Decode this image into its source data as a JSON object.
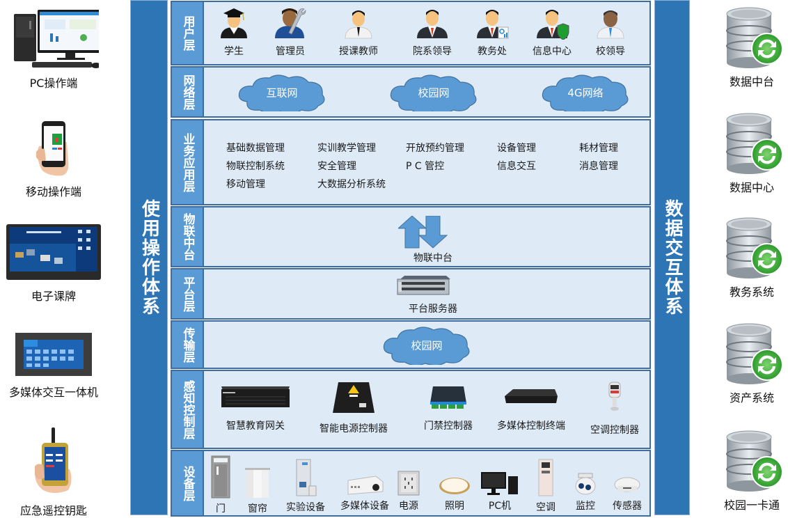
{
  "left_panel": {
    "title": "使用操作体系",
    "items": [
      {
        "label": "PC操作端",
        "icon": "desktop-pc-icon"
      },
      {
        "label": "移动操作端",
        "icon": "mobile-phone-icon"
      },
      {
        "label": "电子课牌",
        "icon": "electronic-class-board-icon"
      },
      {
        "label": "多媒体交互一体机",
        "icon": "multimedia-terminal-icon"
      },
      {
        "label": "应急遥控钥匙",
        "icon": "emergency-remote-icon"
      }
    ]
  },
  "right_panel": {
    "title": "数据交互体系",
    "items": [
      {
        "label": "数据中台",
        "icon": "database-sync-icon"
      },
      {
        "label": "数据中心",
        "icon": "database-sync-icon"
      },
      {
        "label": "教务系统",
        "icon": "database-sync-icon"
      },
      {
        "label": "资产系统",
        "icon": "database-sync-icon"
      },
      {
        "label": "校园一卡通",
        "icon": "database-sync-icon"
      }
    ]
  },
  "layers": {
    "user": {
      "label": "用户层",
      "items": [
        {
          "label": "学生",
          "icon": "graduate-icon"
        },
        {
          "label": "管理员",
          "icon": "admin-wrench-icon"
        },
        {
          "label": "授课教师",
          "icon": "teacher-icon"
        },
        {
          "label": "院系领导",
          "icon": "leader-icon"
        },
        {
          "label": "教务处",
          "icon": "academic-office-icon"
        },
        {
          "label": "信息中心",
          "icon": "info-center-shield-icon"
        },
        {
          "label": "校领导",
          "icon": "school-leader-icon"
        }
      ]
    },
    "network": {
      "label": "网络层",
      "items": [
        {
          "label": "互联网",
          "icon": "cloud-icon"
        },
        {
          "label": "校园网",
          "icon": "cloud-icon"
        },
        {
          "label": "4G网络",
          "icon": "cloud-icon"
        }
      ]
    },
    "business": {
      "label": "业务应用层",
      "rows": [
        [
          "基础数据管理",
          "实训教学管理",
          "开放预约管理",
          "设备管理",
          "耗材管理"
        ],
        [
          "物联控制系统",
          "安全管理",
          "P C 管控",
          "信息交互",
          "消息管理"
        ],
        [
          "移动管理",
          "大数据分析系统",
          "",
          "",
          ""
        ]
      ]
    },
    "iot": {
      "label": "物联中台",
      "caption": "物联中台",
      "icons": [
        "arrow-up-icon",
        "arrow-down-icon"
      ]
    },
    "platform": {
      "label": "平台层",
      "caption": "平台服务器",
      "icon": "rack-server-icon"
    },
    "transport": {
      "label": "传输层",
      "cloud_label": "校园网"
    },
    "sensing": {
      "label": "感知控制层",
      "items": [
        {
          "label": "智慧教育网关",
          "icon": "gateway-icon"
        },
        {
          "label": "智能电源控制器",
          "icon": "power-controller-icon"
        },
        {
          "label": "门禁控制器",
          "icon": "access-controller-icon"
        },
        {
          "label": "多媒体控制终端",
          "icon": "multimedia-controller-icon"
        },
        {
          "label": "空调控制器",
          "icon": "ac-controller-icon"
        }
      ]
    },
    "device": {
      "label": "设备层",
      "items": [
        {
          "label": "门",
          "icon": "door-icon"
        },
        {
          "label": "窗帘",
          "icon": "curtain-icon"
        },
        {
          "label": "实验设备",
          "icon": "lab-equipment-icon"
        },
        {
          "label": "多媒体设备",
          "icon": "projector-icon"
        },
        {
          "label": "电源",
          "icon": "power-socket-icon"
        },
        {
          "label": "照明",
          "icon": "ceiling-light-icon"
        },
        {
          "label": "PC机",
          "icon": "pc-icon"
        },
        {
          "label": "空调",
          "icon": "air-conditioner-icon"
        },
        {
          "label": "监控",
          "icon": "camera-icon"
        },
        {
          "label": "传感器",
          "icon": "sensor-icon"
        }
      ]
    }
  },
  "colors": {
    "system_bar": "#2e75b6",
    "layer_label": "#5b9bd5",
    "layer_bg": "#deebf7",
    "layer_border": "#3f6c9e",
    "cloud": "#5b9bd5",
    "sync_green": "#3aa835"
  }
}
